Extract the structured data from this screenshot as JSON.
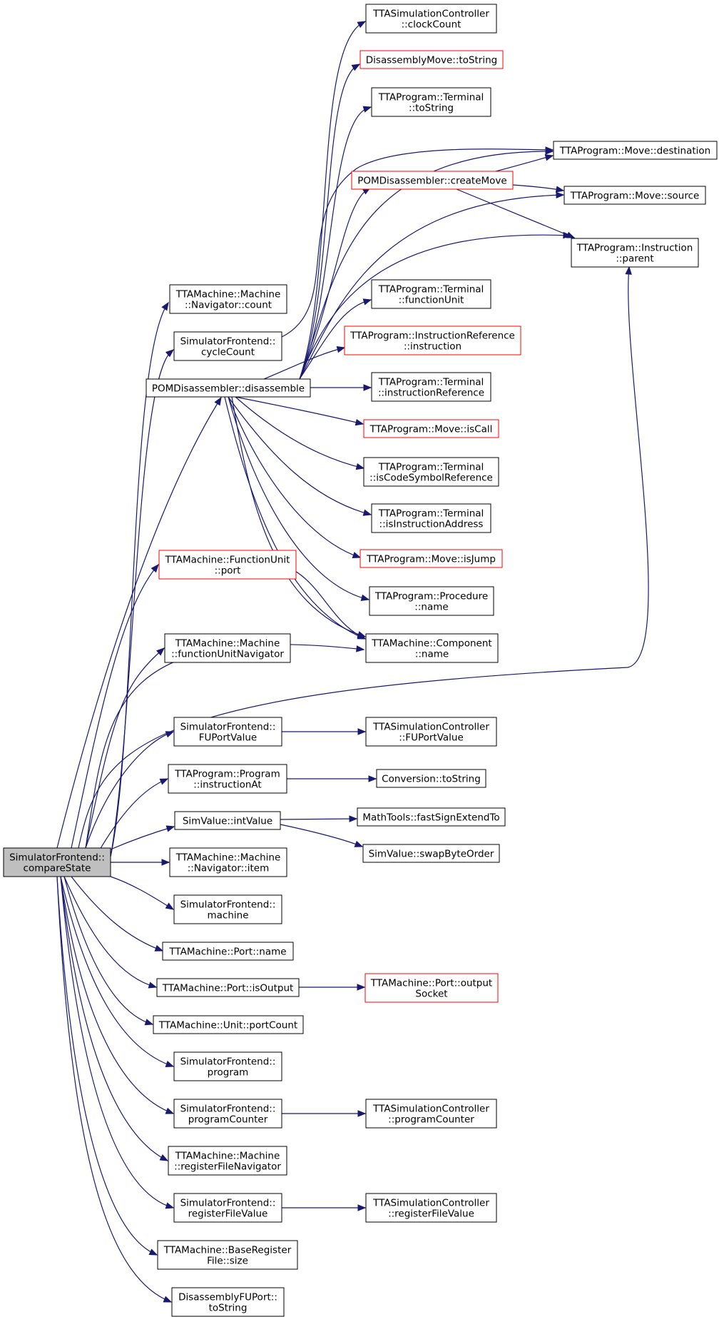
{
  "diagram": {
    "nodes": [
      {
        "id": "root",
        "lines": [
          "SimulatorFrontend::",
          "compareState"
        ],
        "style": "root"
      },
      {
        "id": "clockCount",
        "lines": [
          "TTASimulationController",
          "::clockCount"
        ],
        "style": "normal"
      },
      {
        "id": "dmToString",
        "lines": [
          "DisassemblyMove::toString"
        ],
        "style": "incomplete"
      },
      {
        "id": "termToString",
        "lines": [
          "TTAProgram::Terminal",
          "::toString"
        ],
        "style": "normal"
      },
      {
        "id": "moveDestination",
        "lines": [
          "TTAProgram::Move::destination"
        ],
        "style": "normal"
      },
      {
        "id": "createMove",
        "lines": [
          "POMDisassembler::createMove"
        ],
        "style": "incomplete"
      },
      {
        "id": "moveSource",
        "lines": [
          "TTAProgram::Move::source"
        ],
        "style": "normal"
      },
      {
        "id": "instrParent",
        "lines": [
          "TTAProgram::Instruction",
          "::parent"
        ],
        "style": "normal"
      },
      {
        "id": "navCount",
        "lines": [
          "TTAMachine::Machine",
          "::Navigator::count"
        ],
        "style": "normal"
      },
      {
        "id": "cycleCount",
        "lines": [
          "SimulatorFrontend::",
          "cycleCount"
        ],
        "style": "normal"
      },
      {
        "id": "termFunctionUnit",
        "lines": [
          "TTAProgram::Terminal",
          "::functionUnit"
        ],
        "style": "normal"
      },
      {
        "id": "instrRefInstruction",
        "lines": [
          "TTAProgram::InstructionReference",
          "::instruction"
        ],
        "style": "incomplete"
      },
      {
        "id": "disassemble",
        "lines": [
          "POMDisassembler::disassemble"
        ],
        "style": "normal"
      },
      {
        "id": "termInstrRef",
        "lines": [
          "TTAProgram::Terminal",
          "::instructionReference"
        ],
        "style": "normal"
      },
      {
        "id": "moveIsCall",
        "lines": [
          "TTAProgram::Move::isCall"
        ],
        "style": "incomplete"
      },
      {
        "id": "termIsCodeSym",
        "lines": [
          "TTAProgram::Terminal",
          "::isCodeSymbolReference"
        ],
        "style": "normal"
      },
      {
        "id": "termIsInstrAddr",
        "lines": [
          "TTAProgram::Terminal",
          "::isInstructionAddress"
        ],
        "style": "normal"
      },
      {
        "id": "moveIsJump",
        "lines": [
          "TTAProgram::Move::isJump"
        ],
        "style": "incomplete"
      },
      {
        "id": "fuPort",
        "lines": [
          "TTAMachine::FunctionUnit",
          "::port"
        ],
        "style": "incomplete"
      },
      {
        "id": "procName",
        "lines": [
          "TTAProgram::Procedure",
          "::name"
        ],
        "style": "normal"
      },
      {
        "id": "fuNavigator",
        "lines": [
          "TTAMachine::Machine",
          "::functionUnitNavigator"
        ],
        "style": "normal"
      },
      {
        "id": "compName",
        "lines": [
          "TTAMachine::Component",
          "::name"
        ],
        "style": "normal"
      },
      {
        "id": "sfFUPortValue",
        "lines": [
          "SimulatorFrontend::",
          "FUPortValue"
        ],
        "style": "normal"
      },
      {
        "id": "scFUPortValue",
        "lines": [
          "TTASimulationController",
          "::FUPortValue"
        ],
        "style": "normal"
      },
      {
        "id": "instructionAt",
        "lines": [
          "TTAProgram::Program",
          "::instructionAt"
        ],
        "style": "normal"
      },
      {
        "id": "convToString",
        "lines": [
          "Conversion::toString"
        ],
        "style": "normal"
      },
      {
        "id": "intValue",
        "lines": [
          "SimValue::intValue"
        ],
        "style": "normal"
      },
      {
        "id": "fastSignExtend",
        "lines": [
          "MathTools::fastSignExtendTo"
        ],
        "style": "normal"
      },
      {
        "id": "swapByteOrder",
        "lines": [
          "SimValue::swapByteOrder"
        ],
        "style": "normal"
      },
      {
        "id": "navItem",
        "lines": [
          "TTAMachine::Machine",
          "::Navigator::item"
        ],
        "style": "normal"
      },
      {
        "id": "machine",
        "lines": [
          "SimulatorFrontend::",
          "machine"
        ],
        "style": "normal"
      },
      {
        "id": "portName",
        "lines": [
          "TTAMachine::Port::name"
        ],
        "style": "normal"
      },
      {
        "id": "isOutput",
        "lines": [
          "TTAMachine::Port::isOutput"
        ],
        "style": "normal"
      },
      {
        "id": "outputSocket",
        "lines": [
          "TTAMachine::Port::output",
          "Socket"
        ],
        "style": "incomplete"
      },
      {
        "id": "portCount",
        "lines": [
          "TTAMachine::Unit::portCount"
        ],
        "style": "normal"
      },
      {
        "id": "program",
        "lines": [
          "SimulatorFrontend::",
          "program"
        ],
        "style": "normal"
      },
      {
        "id": "sfProgramCounter",
        "lines": [
          "SimulatorFrontend::",
          "programCounter"
        ],
        "style": "normal"
      },
      {
        "id": "scProgramCounter",
        "lines": [
          "TTASimulationController",
          "::programCounter"
        ],
        "style": "normal"
      },
      {
        "id": "rfNavigator",
        "lines": [
          "TTAMachine::Machine",
          "::registerFileNavigator"
        ],
        "style": "normal"
      },
      {
        "id": "sfRegFileValue",
        "lines": [
          "SimulatorFrontend::",
          "registerFileValue"
        ],
        "style": "normal"
      },
      {
        "id": "scRegFileValue",
        "lines": [
          "TTASimulationController",
          "::registerFileValue"
        ],
        "style": "normal"
      },
      {
        "id": "brfSize",
        "lines": [
          "TTAMachine::BaseRegister",
          "File::size"
        ],
        "style": "normal"
      },
      {
        "id": "dfuToString",
        "lines": [
          "DisassemblyFUPort::",
          "toString"
        ],
        "style": "normal"
      }
    ],
    "colors": {
      "edge": "#191970",
      "root_fill": "#bfbfbf",
      "incomplete_border": "#ff0000"
    }
  }
}
